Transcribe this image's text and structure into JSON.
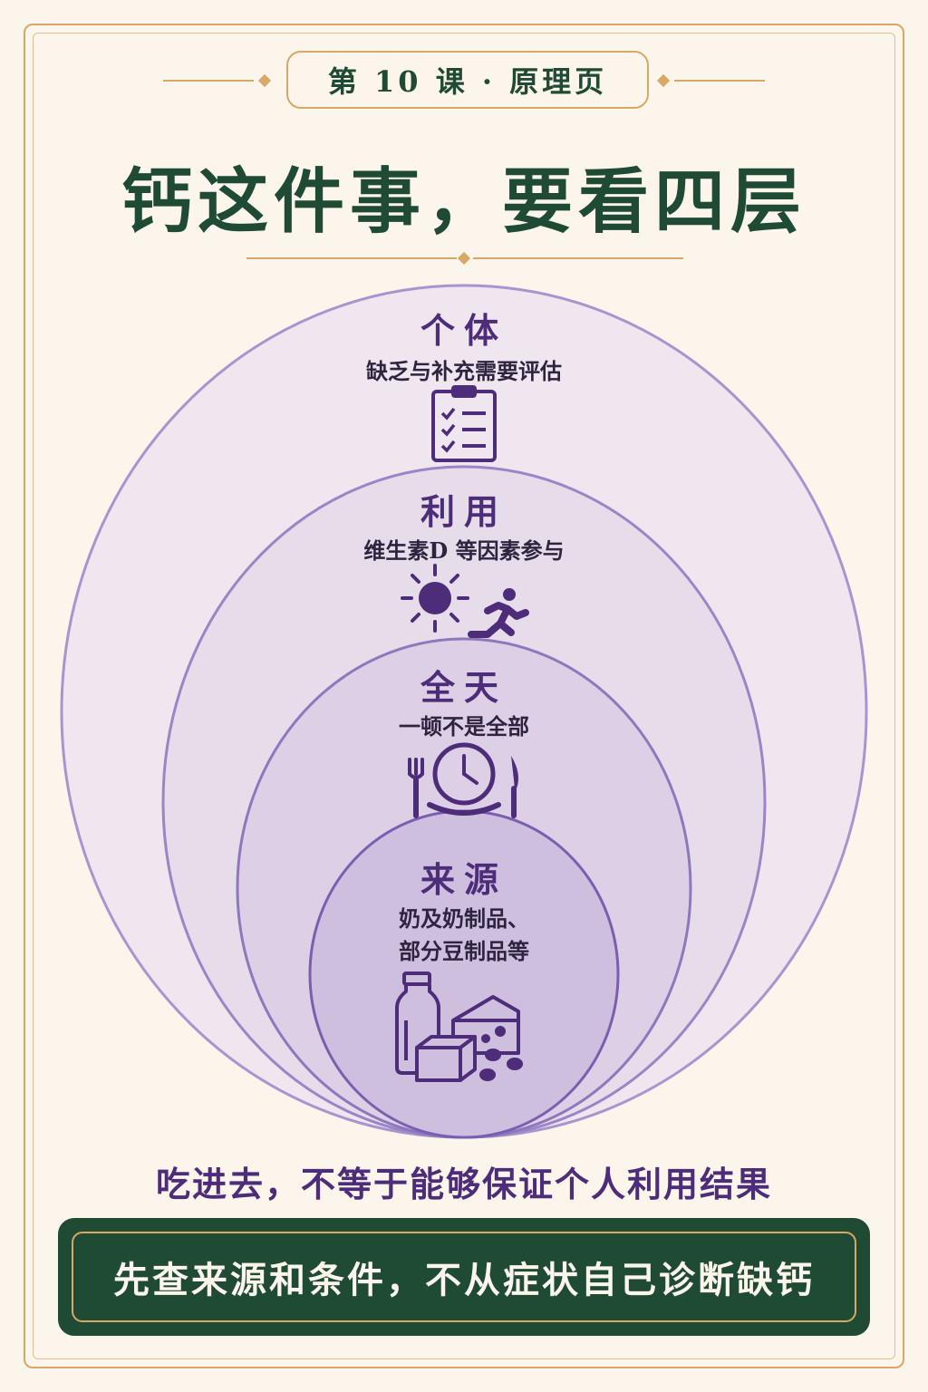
{
  "header": {
    "lesson": "第 10 课 · 原理页"
  },
  "title": "钙这件事，要看四层",
  "layers": [
    {
      "heading": "个体",
      "subtitle": "缺乏与补充需要评估",
      "icon": "clipboard-checklist-icon"
    },
    {
      "heading": "利用",
      "subtitle": "维生素D 等因素参与",
      "icon": "sun-and-runner-icon"
    },
    {
      "heading": "全天",
      "subtitle": "一顿不是全部",
      "icon": "clock-plate-utensils-icon"
    },
    {
      "heading": "来源",
      "subtitle_lines": [
        "奶及奶制品、",
        "部分豆制品等"
      ],
      "icon": "milk-cheese-tofu-beans-icon"
    }
  ],
  "caption": "吃进去，不等于能够保证个人利用结果",
  "banner": "先查来源和条件，不从症状自己诊断缺钙",
  "colors": {
    "green": "#1f4a33",
    "gold": "#d9a866",
    "purple": "#4d2c7a",
    "cream": "#fbf5ec"
  }
}
